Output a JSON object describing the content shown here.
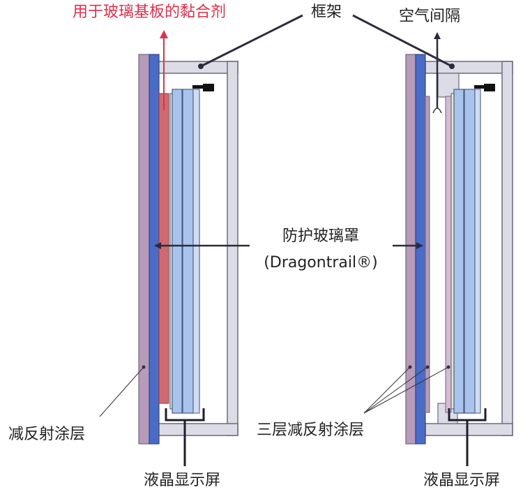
{
  "labels": {
    "adhesive": "用于玻璃基板的黏合剂",
    "frame": "框架",
    "air_gap": "空气间隔",
    "cover_glass_line1": "防护玻璃罩",
    "cover_glass_line2": "(Dragontrail®)",
    "ar_coating": "减反射涂层",
    "triple_ar_coating": "三层减反射涂层",
    "lcd_left": "液晶显示屏",
    "lcd_right": "液晶显示屏"
  },
  "colors": {
    "adhesive_text": "#e0304a",
    "adhesive_arrow": "#d9344c",
    "ar_coating": "#b79bb8",
    "cover_glass": "#4a6cc7",
    "adhesive_layer": "#cf6a72",
    "frame": "#dcdce6",
    "lcd_outer": "#eae7c8",
    "lcd_glass": "#a9c4ec",
    "outline": "#6a6a82",
    "leader": "#2b2b3c"
  }
}
